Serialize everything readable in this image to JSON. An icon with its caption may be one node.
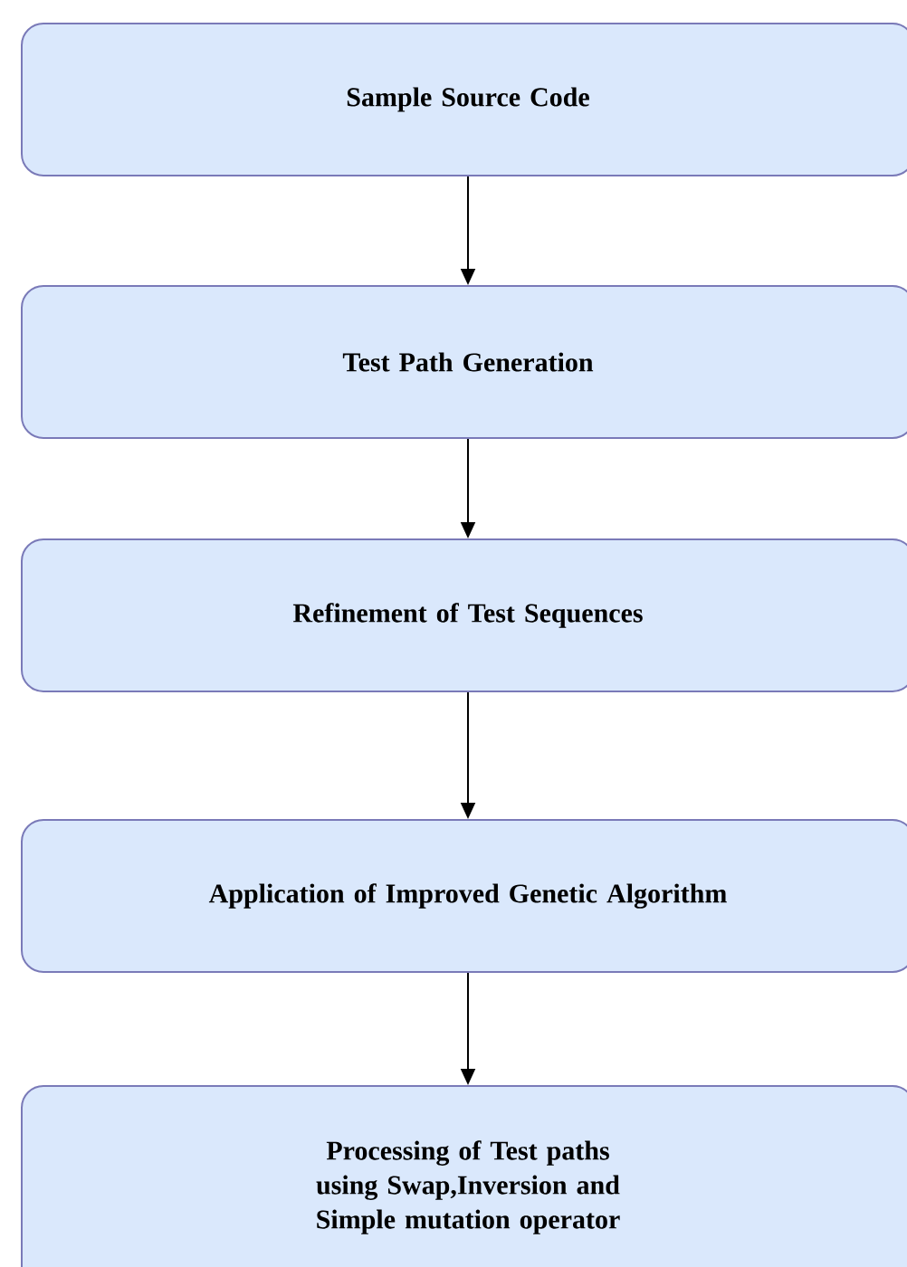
{
  "diagram": {
    "nodes": [
      {
        "text": [
          "Sample Source Code"
        ]
      },
      {
        "text": [
          "Test Path Generation"
        ]
      },
      {
        "text": [
          "Refinement of Test Sequences"
        ]
      },
      {
        "text": [
          "Application of Improved Genetic Algorithm"
        ]
      },
      {
        "text": [
          "Processing of Test paths using Swap,Inversion and Simple mutation operator"
        ]
      }
    ],
    "edges": [
      {
        "from": 0,
        "to": 1,
        "arrow": "to"
      },
      {
        "from": 1,
        "to": 2,
        "arrow": "to"
      },
      {
        "from": 2,
        "to": 3,
        "arrow": "to"
      },
      {
        "from": 3,
        "to": 4,
        "arrow": "to"
      }
    ]
  }
}
